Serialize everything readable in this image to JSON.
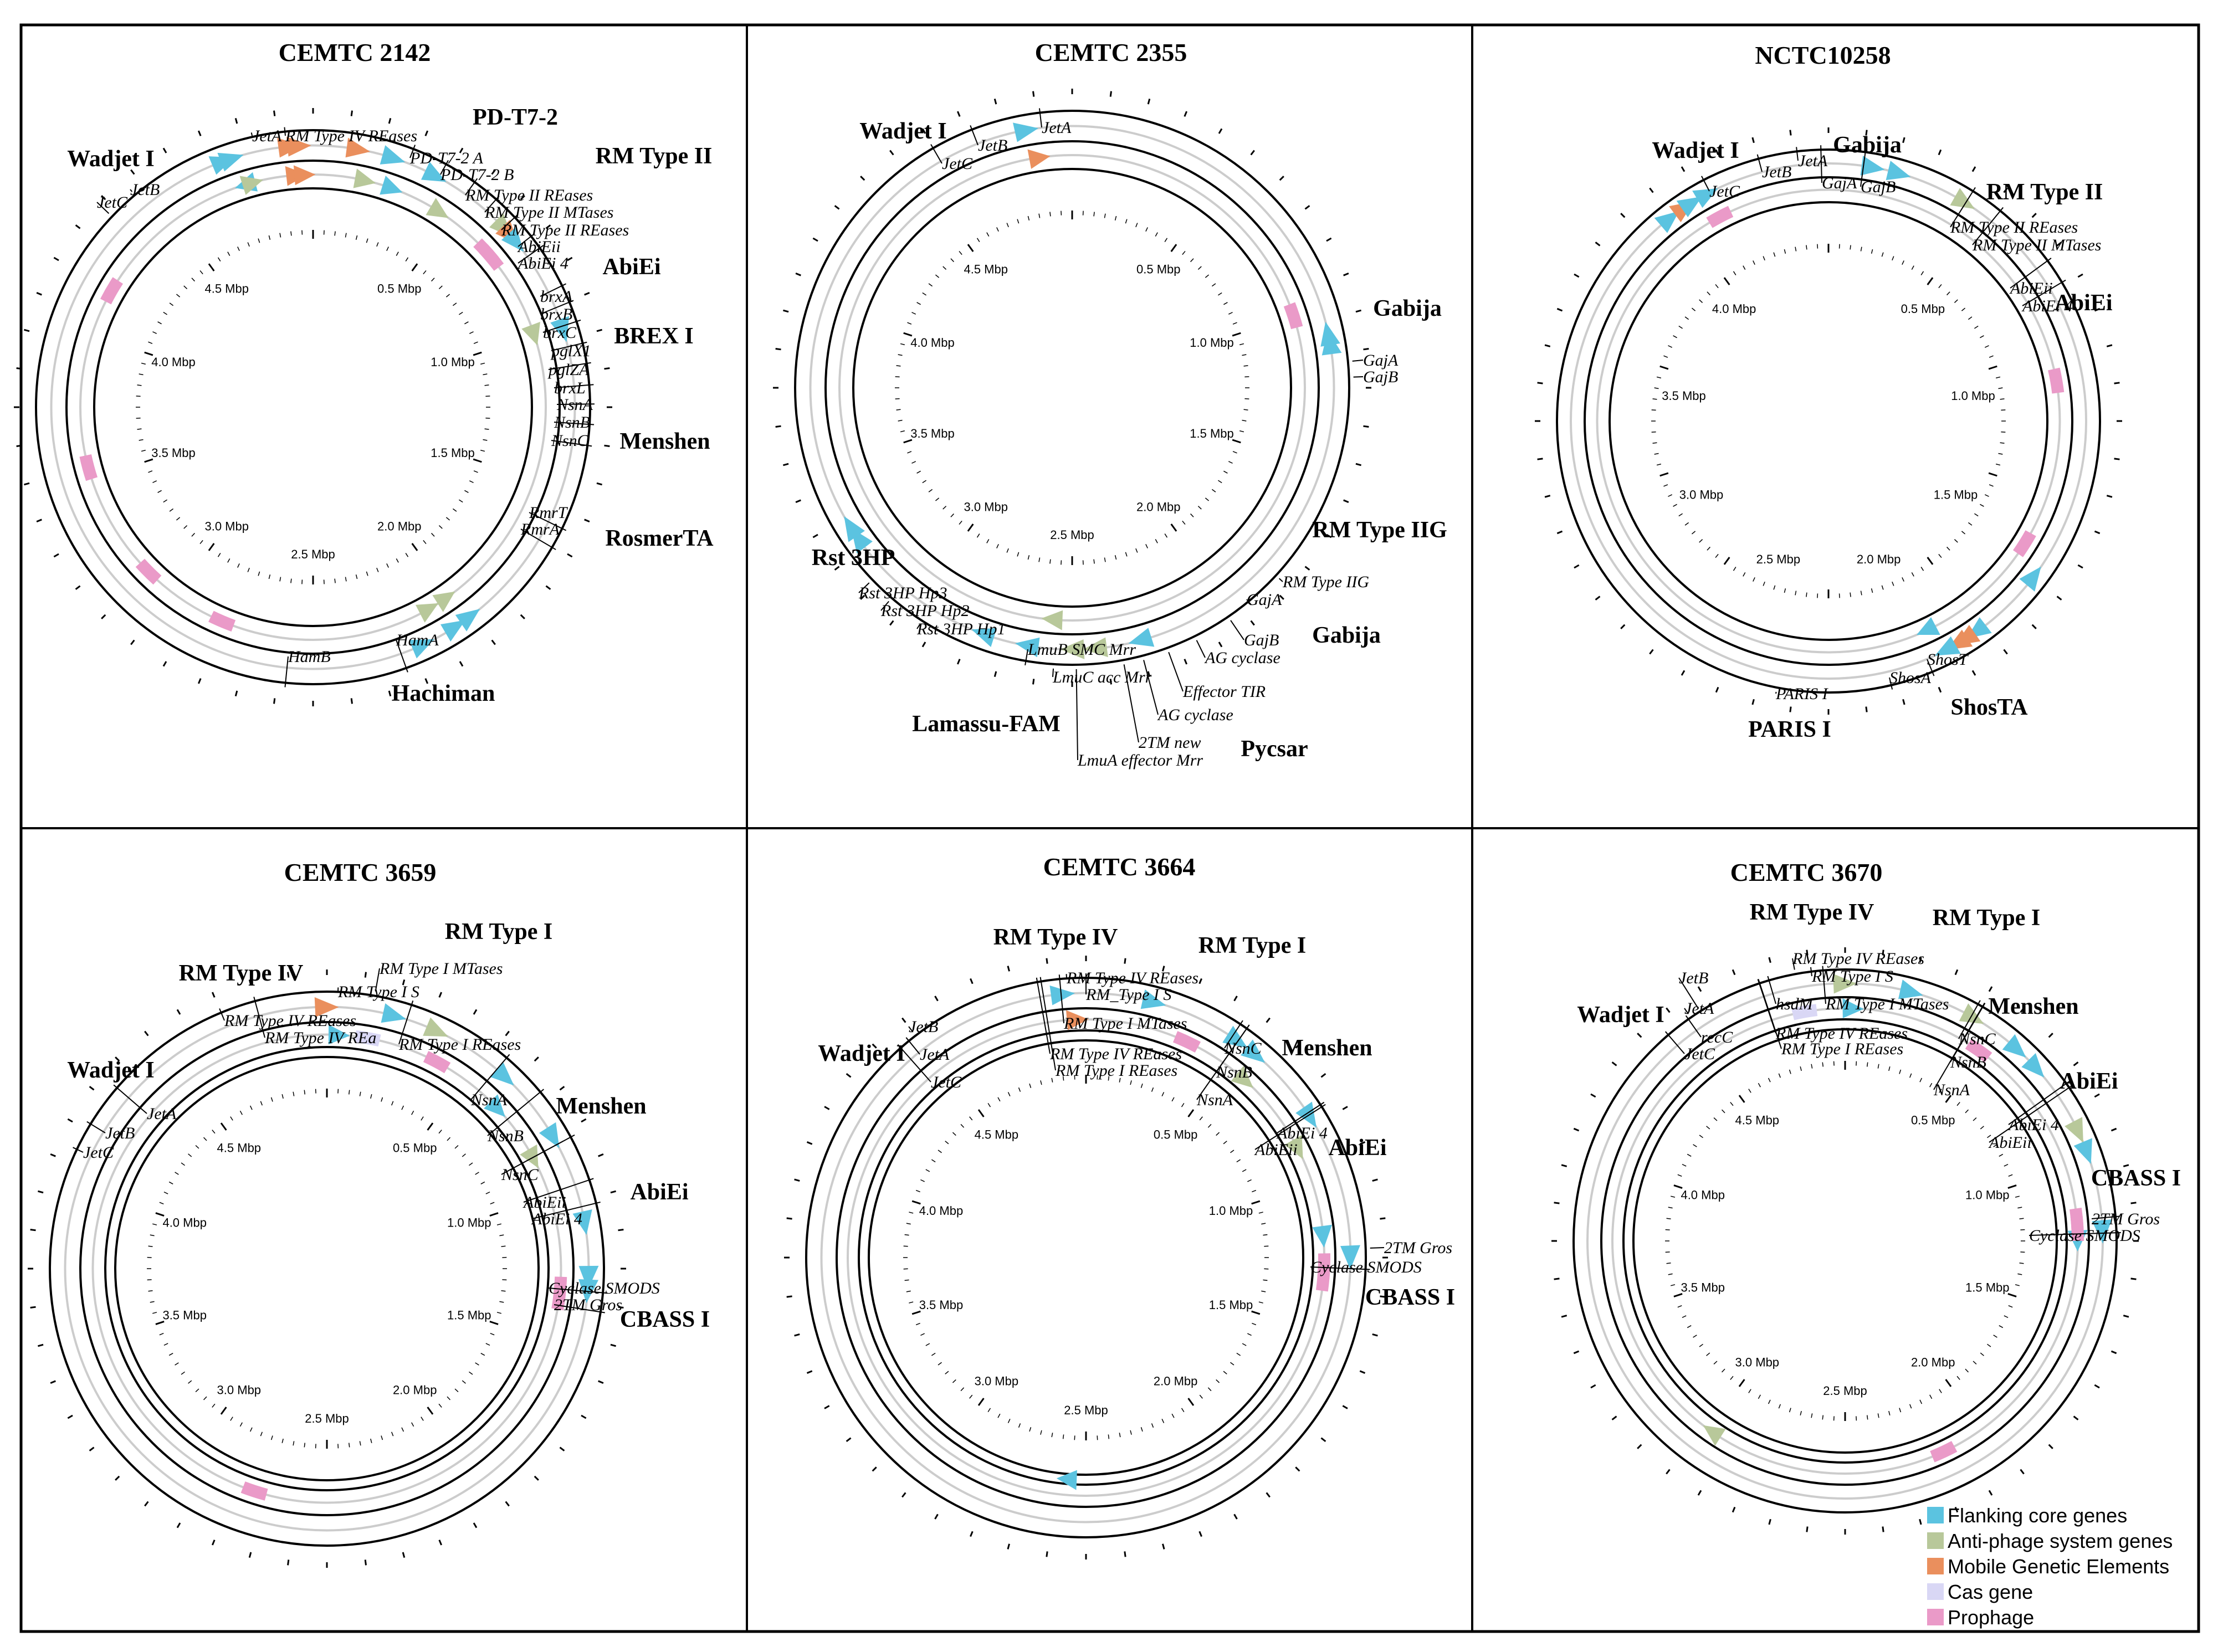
{
  "legend": [
    {
      "label": "Flanking core genes",
      "color": "#5bc3e0"
    },
    {
      "label": "Anti-phage system genes",
      "color": "#b8c89a"
    },
    {
      "label": "Mobile Genetic Elements",
      "color": "#ea8f5d"
    },
    {
      "label": "Cas gene",
      "color": "#d9d7f5"
    },
    {
      "label": "Prophage",
      "color": "#ea9ac8"
    }
  ],
  "panels": [
    {
      "title": "CEMTC 2142",
      "ticks": [
        "0.5 Mbp",
        "1.0 Mbp",
        "1.5 Mbp",
        "2.0 Mbp",
        "2.5 Mbp",
        "3.0 Mbp",
        "3.5 Mbp",
        "4.0 Mbp",
        "4.5 Mbp"
      ],
      "systems": [
        "Wadjet I",
        "PD-T7-2",
        "RM Type II",
        "AbiEi",
        "BREX I",
        "Menshen",
        "RosmerTA",
        "Hachiman"
      ],
      "genes": [
        "JetA",
        "RM Type IV REases",
        "JetB",
        "JetC",
        "PD-T7-2 A",
        "PD-T7-2 B",
        "RM Type II REases",
        "RM Type II MTases",
        "RM Type II REases",
        "AbiEii",
        "AbiEi 4",
        "brxA",
        "brxB",
        "brxC",
        "pglX1",
        "pglZA",
        "brxL",
        "NsnA",
        "NsnB",
        "NsnC",
        "RmrT",
        "RmrA",
        "HamA",
        "HamB"
      ]
    },
    {
      "title": "CEMTC 2355",
      "ticks": [
        "0.5 Mbp",
        "1.0 Mbp",
        "1.5 Mbp",
        "2.0 Mbp",
        "2.5 Mbp",
        "3.0 Mbp",
        "3.5 Mbp",
        "4.0 Mbp",
        "4.5 Mbp"
      ],
      "systems": [
        "Wadjet I",
        "Gabija",
        "Rst 3HP",
        "RM Type IIG",
        "Gabija",
        "Lamassu-FAM",
        "Pycsar"
      ],
      "genes": [
        "JetA",
        "JetB",
        "JetC",
        "GajA",
        "GajB",
        "Rst 3HP Hp3",
        "Rst 3HP Hp2",
        "Rst 3HP Hp1",
        "RM Type IIG",
        "GajA",
        "GajB",
        "LmuB SMC Mrr",
        "AG cyclase",
        "LmuC acc Mrr",
        "Effector TIR",
        "AG cyclase",
        "2TM new",
        "LmuA effector Mrr"
      ]
    },
    {
      "title": "NCTC10258",
      "ticks": [
        "0.5 Mbp",
        "1.0 Mbp",
        "1.5 Mbp",
        "2.0 Mbp",
        "2.5 Mbp",
        "3.0 Mbp",
        "3.5 Mbp",
        "4.0 Mbp"
      ],
      "systems": [
        "Wadjet I",
        "Gabija",
        "RM Type II",
        "AbiEi",
        "PARIS I",
        "ShosTA"
      ],
      "genes": [
        "JetA",
        "JetB",
        "JetC",
        "GajA",
        "GajB",
        "RM Type II REases",
        "RM Type II MTases",
        "AbiEii",
        "AbiEi 4",
        "PARIS I",
        "ShosT",
        "ShosA"
      ]
    },
    {
      "title": "CEMTC 3659",
      "ticks": [
        "0.5 Mbp",
        "1.0 Mbp",
        "1.5 Mbp",
        "2.0 Mbp",
        "2.5 Mbp",
        "3.0 Mbp",
        "3.5 Mbp",
        "4.0 Mbp",
        "4.5 Mbp"
      ],
      "systems": [
        "RM Type I",
        "RM Type IV",
        "Menshen",
        "Wadjet I",
        "AbiEi",
        "CBASS I"
      ],
      "genes": [
        "RM Type I MTases",
        "RM Type I S",
        "RM Type IV REases",
        "RM Type IV REa",
        "RM Type I REases",
        "JetA",
        "JetB",
        "JetC",
        "NsnA",
        "NsnB",
        "NsnC",
        "AbiEii",
        "AbiEi 4",
        "Cyclase SMODS",
        "2TM Gros"
      ]
    },
    {
      "title": "CEMTC 3664",
      "ticks": [
        "0.5 Mbp",
        "1.0 Mbp",
        "1.5 Mbp",
        "2.0 Mbp",
        "2.5 Mbp",
        "3.0 Mbp",
        "3.5 Mbp",
        "4.0 Mbp",
        "4.5 Mbp"
      ],
      "systems": [
        "RM Type IV",
        "RM Type I",
        "Menshen",
        "Wadjet I",
        "AbiEi",
        "CBASS I"
      ],
      "genes": [
        "RM Type IV REases",
        "RM_Type I S",
        "RM Type I MTases",
        "RM Type IV REases",
        "RM Type I REases",
        "NsnC",
        "NsnB",
        "NsnA",
        "JetB",
        "JetA",
        "JetC",
        "AbiEi 4",
        "AbiEii",
        "2TM Gros",
        "Cyclase SMODS"
      ]
    },
    {
      "title": "CEMTC 3670",
      "ticks": [
        "0.5 Mbp",
        "1.0 Mbp",
        "1.5 Mbp",
        "2.0 Mbp",
        "2.5 Mbp",
        "3.0 Mbp",
        "3.5 Mbp",
        "4.0 Mbp",
        "4.5 Mbp"
      ],
      "systems": [
        "RM Type IV",
        "RM Type I",
        "Wadjet I",
        "Menshen",
        "AbiEi",
        "CBASS I"
      ],
      "genes": [
        "RM Type IV REases",
        "RM Type I S",
        "hsdM",
        "RM Type I MTases",
        "RM Type IV REases",
        "RM Type I REases",
        "JetB",
        "JetA",
        "recC",
        "JetC",
        "NsnC",
        "NsnB",
        "NsnA",
        "AbiEi 4",
        "AbiEii",
        "2TM Gros",
        "Cyclase SMODS"
      ]
    }
  ]
}
